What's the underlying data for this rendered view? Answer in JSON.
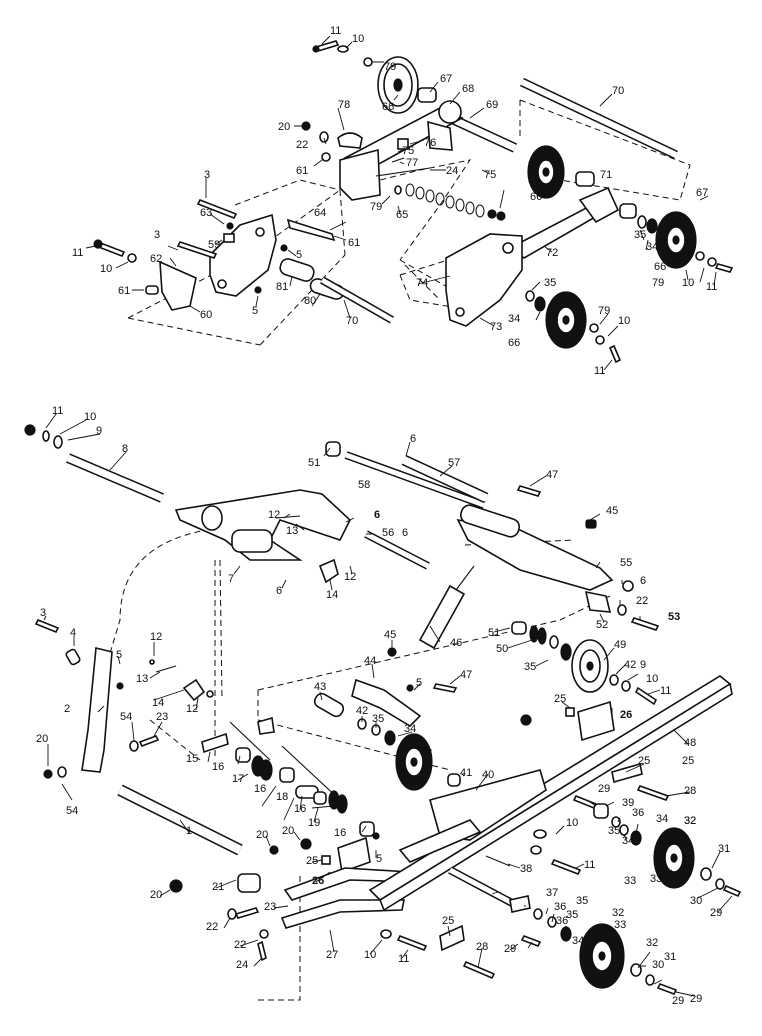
{
  "diagram": {
    "type": "exploded-parts-diagram",
    "upper_assembly_labels": [
      "11",
      "10",
      "79",
      "66",
      "67",
      "68",
      "69",
      "70",
      "78",
      "20",
      "22",
      "76",
      "75",
      "77",
      "24",
      "61",
      "3",
      "63",
      "59",
      "64",
      "61",
      "3",
      "11",
      "10",
      "62",
      "61",
      "60",
      "5",
      "5",
      "81",
      "80",
      "70",
      "65",
      "79",
      "66",
      "75",
      "71",
      "67",
      "35",
      "34",
      "66",
      "79",
      "10",
      "11",
      "72",
      "74",
      "73",
      "35",
      "34",
      "66",
      "79",
      "10",
      "11"
    ],
    "lower_assembly_labels": [
      "11",
      "10",
      "9",
      "8",
      "51",
      "6",
      "57",
      "58",
      "47",
      "45",
      "12",
      "13",
      "6",
      "56",
      "7",
      "6",
      "14",
      "12",
      "55",
      "6",
      "22",
      "53",
      "52",
      "3",
      "4",
      "5",
      "12",
      "13",
      "14",
      "12",
      "2",
      "54",
      "23",
      "20",
      "54",
      "45",
      "46",
      "51",
      "50",
      "35",
      "49",
      "42",
      "9",
      "10",
      "11",
      "44",
      "43",
      "47",
      "5",
      "42",
      "35",
      "34",
      "33",
      "41",
      "40",
      "25",
      "26",
      "48",
      "15",
      "16",
      "17",
      "16",
      "18",
      "16",
      "19",
      "1",
      "20",
      "20",
      "25",
      "26",
      "5",
      "16",
      "20",
      "21",
      "22",
      "23",
      "22",
      "24",
      "27",
      "10",
      "11",
      "25",
      "28",
      "29",
      "31",
      "32",
      "33",
      "30",
      "29",
      "28",
      "29",
      "39",
      "36",
      "34",
      "32",
      "10",
      "11",
      "38",
      "37",
      "36",
      "35",
      "34",
      "33",
      "35",
      "25",
      "29"
    ]
  },
  "callouts": {
    "c1": "11",
    "c2": "10",
    "c3": "79",
    "c4": "66",
    "c5": "67",
    "c6": "68",
    "c7": "69",
    "c8": "70",
    "c9": "78",
    "c10": "20",
    "c11": "22",
    "c12": "76",
    "c13": "75",
    "c14": "77",
    "c15": "24",
    "c16": "61",
    "c17": "3",
    "c18": "63",
    "c19": "59",
    "c20": "64",
    "c21": "61",
    "c22": "3",
    "c23": "11",
    "c24": "10",
    "c25": "62",
    "c26": "61",
    "c27": "60",
    "c28": "5",
    "c29": "5",
    "c30": "81",
    "c31": "80",
    "c32": "70",
    "c33": "65",
    "c34": "79",
    "c35": "66",
    "c36": "75",
    "c37": "71",
    "c38": "67",
    "c39": "35",
    "c40": "34",
    "c41": "66",
    "c42": "79",
    "c43": "10",
    "c44": "11",
    "c45": "72",
    "c46": "74",
    "c47": "73",
    "c48": "35",
    "c49": "34",
    "c50": "66",
    "c51": "79",
    "c52": "10",
    "c53": "11",
    "d1": "11",
    "d2": "10",
    "d3": "9",
    "d4": "8",
    "d5": "51",
    "d6": "6",
    "d7": "57",
    "d8": "58",
    "d9": "47",
    "d10": "45",
    "d11": "12",
    "d12": "13",
    "d13": "6",
    "d14": "56",
    "d15": "7",
    "d16": "6",
    "d17": "14",
    "d18": "12",
    "d19": "55",
    "d20": "6",
    "d21": "22",
    "d22": "53",
    "d23": "52",
    "d24": "3",
    "d25": "4",
    "d26": "5",
    "d27": "12",
    "d28": "13",
    "d29": "14",
    "d30": "12",
    "d31": "2",
    "d32": "54",
    "d33": "23",
    "d34": "20",
    "d35": "54",
    "d36": "45",
    "d37": "46",
    "d38": "51",
    "d39": "50",
    "d40": "35",
    "d41": "49",
    "d42": "42",
    "d43": "9",
    "d44": "10",
    "d45": "11",
    "d46": "44",
    "d47": "43",
    "d48": "47",
    "d49": "5",
    "d50": "42",
    "d51": "35",
    "d52": "34",
    "d53": "33",
    "d54": "41",
    "d55": "40",
    "d56": "25",
    "d57": "26",
    "d58": "48",
    "d59": "15",
    "d60": "16",
    "d61": "17",
    "d62": "16",
    "d63": "18",
    "d64": "16",
    "d65": "19",
    "d66": "1",
    "d67": "20",
    "d68": "20",
    "d69": "25",
    "d70": "26",
    "d71": "5",
    "d72": "16",
    "d73": "20",
    "d74": "21",
    "d75": "22",
    "d76": "23",
    "d77": "22",
    "d78": "24",
    "d79": "27",
    "d80": "10",
    "d81": "11",
    "d82": "25",
    "d83": "28",
    "d84": "29",
    "d85": "31",
    "d86": "32",
    "d87": "33",
    "d88": "30",
    "d89": "29",
    "d90": "28",
    "d91": "29",
    "d92": "39",
    "d93": "36",
    "d94": "34",
    "d95": "32",
    "d96": "10",
    "d97": "11",
    "d98": "38",
    "d99": "37",
    "d100": "36",
    "d101": "35",
    "d102": "34",
    "d103": "33",
    "d104": "35",
    "d105": "25",
    "d106": "29",
    "d107": "31",
    "d108": "32",
    "d109": "30",
    "d110": "29",
    "d111": "32",
    "d112": "33",
    "d113": "36",
    "d114": "34",
    "d115": "35",
    "d116": "6",
    "d117": "25"
  }
}
